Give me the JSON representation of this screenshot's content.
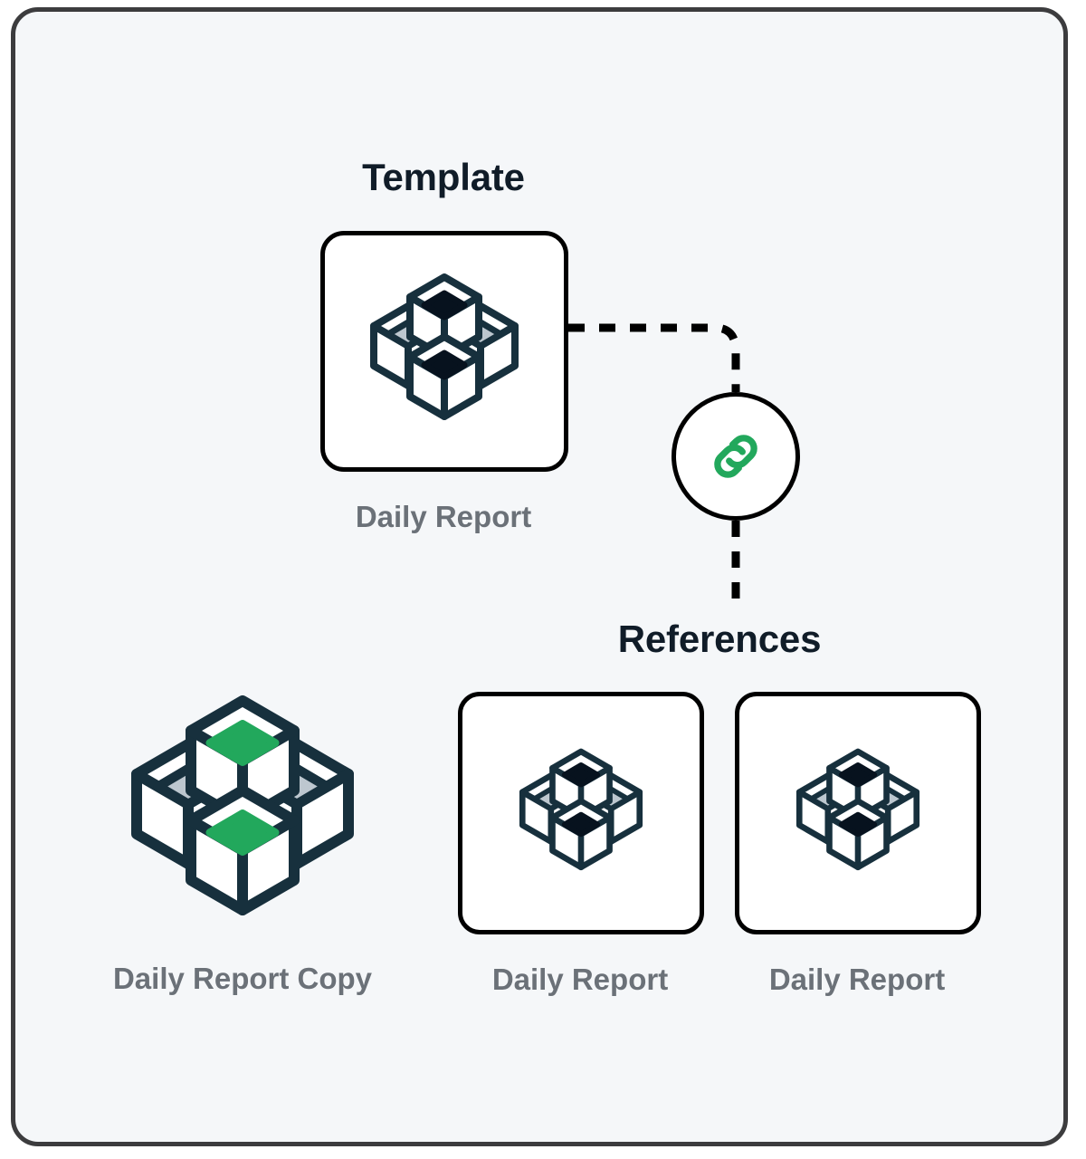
{
  "diagram": {
    "title_template": "Template",
    "title_references": "References",
    "colors": {
      "frame_border": "#3c3c3e",
      "frame_background": "#f5f7f9",
      "card_border": "#000000",
      "card_background": "#ffffff",
      "heading_text": "#101c28",
      "caption_text": "#6b7178",
      "cube_outline": "#17303d",
      "cube_top_dark": "#07121e",
      "cube_top_gray": "#bdc7cf",
      "cube_top_green": "#22a85c",
      "link_icon_green": "#22a85c",
      "connector_line": "#000000"
    },
    "template_item": {
      "label": "Daily Report",
      "icon": "cubes-icon"
    },
    "link_badge": {
      "icon": "link-chain-icon"
    },
    "copy_item": {
      "label": "Daily Report Copy",
      "icon": "cubes-green-icon"
    },
    "reference_items": [
      {
        "label": "Daily Report",
        "icon": "cubes-icon"
      },
      {
        "label": "Daily Report",
        "icon": "cubes-icon"
      }
    ]
  }
}
